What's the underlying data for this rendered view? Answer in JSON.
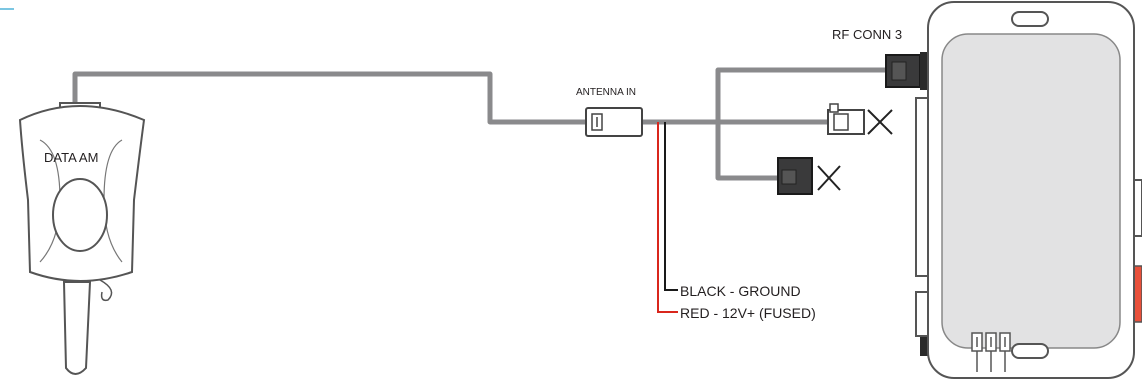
{
  "labels": {
    "remote_module": "DATA AM",
    "antenna_in": "ANTENNA IN",
    "rf_conn": "RF CONN 3",
    "black_wire": "BLACK - GROUND",
    "red_wire": "RED - 12V+ (FUSED)"
  },
  "colors": {
    "wire": "#8a8a8c",
    "red_wire": "#d9261c",
    "black_wire": "#1a1a1a",
    "module_body": "#e2e2e3",
    "accent_tab": "#e8503a"
  },
  "icons": {
    "unused_connector_1": "x-mark-icon",
    "unused_connector_2": "x-mark-icon"
  }
}
